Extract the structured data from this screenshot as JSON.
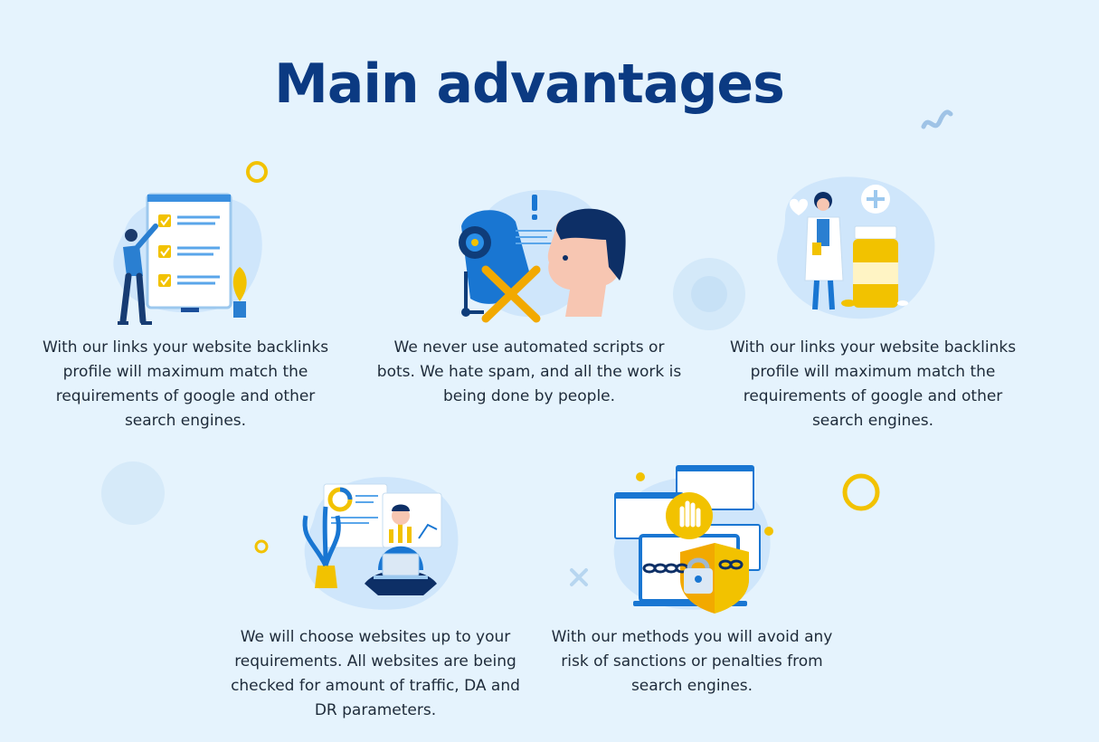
{
  "heading": "Main advantages",
  "colors": {
    "background": "#e5f3fd",
    "heading": "#0b3a82",
    "accent_yellow": "#f2c200",
    "accent_blue": "#1976d2",
    "text": "#1e2b3a"
  },
  "advantages": [
    {
      "icon": "checklist-icon",
      "text": "With our links your website backlinks profile will maximum match the requirements of google and other search engines."
    },
    {
      "icon": "robot-human-icon",
      "text": "We never use automated scripts or bots. We hate spam, and all the work is being done by people."
    },
    {
      "icon": "doctor-icon",
      "text": "With our links your website backlinks profile will maximum match the requirements of google and other search engines."
    },
    {
      "icon": "analyst-laptop-icon",
      "text": "We will choose websites up to your requirements. All websites are being checked for amount of traffic, DA and DR parameters."
    },
    {
      "icon": "security-shield-icon",
      "text": "With our methods you will avoid any risk of sanctions or penalties from search engines."
    }
  ]
}
